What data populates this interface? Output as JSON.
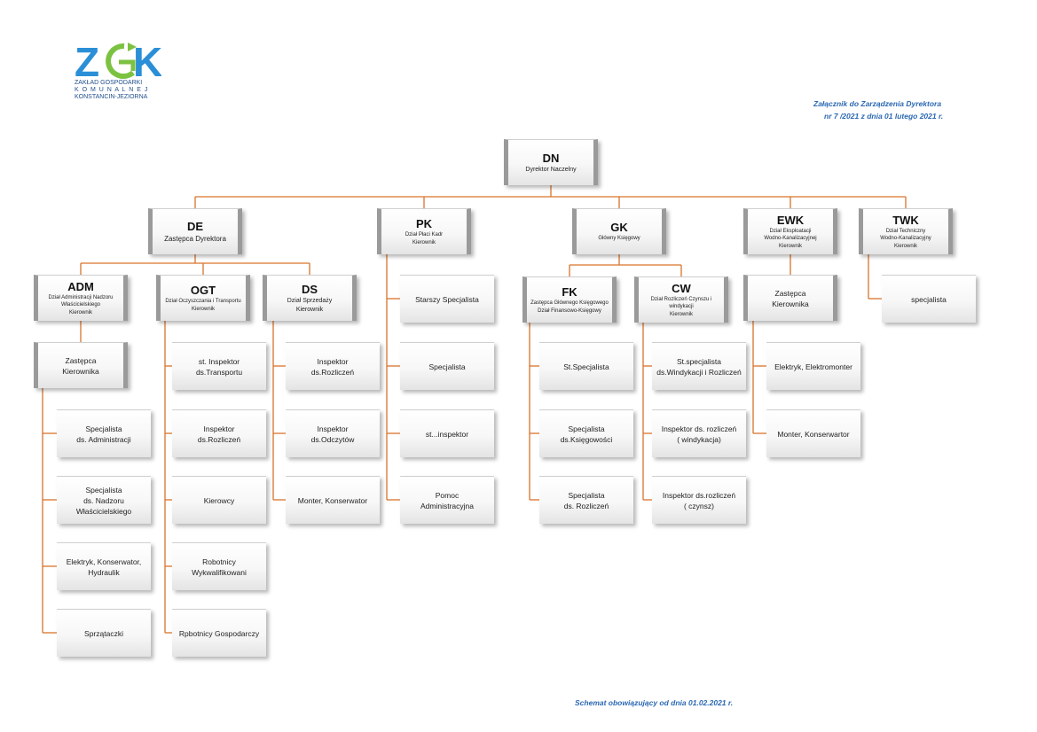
{
  "logo": {
    "mark": "ZGK",
    "line1": "ZAKŁAD GOSPODARKI",
    "line2": "K O M U N A L N E J",
    "line3": "KONSTANCIN-JEZIORNA",
    "colors": {
      "blue": "#2a8fd6",
      "green": "#7cc242",
      "navy": "#1f4e8c"
    }
  },
  "annex": {
    "line1": "Załącznik do Zarządzenia Dyrektora",
    "line2": "nr 7 /2021  z dnia 01 lutego 2021 r."
  },
  "footer": "Schemat obowiązujący od dnia 01.02.2021 r.",
  "colors": {
    "connector": "#d9742b",
    "accent_text": "#2b68b3"
  },
  "chart": {
    "dn": {
      "code": "DN",
      "title": "Dyrektor Naczelny"
    },
    "de": {
      "code": "DE",
      "title": "Zastępca Dyrektora"
    },
    "pk": {
      "code": "PK",
      "line1": "Dział Płaci Kadr",
      "line2": "Kierownik"
    },
    "gk": {
      "code": "GK",
      "title": "Główny Księgowy"
    },
    "ewk": {
      "code": "EWK",
      "line1": "Dział Eksploatacji",
      "line2": "Wodno-Kanalizacyjnej",
      "line3": "Kierownik"
    },
    "twk": {
      "code": "TWK",
      "line1": "Dział Techniczny",
      "line2": "Wodno-Kanalizacyjny",
      "line3": "Kierownik"
    },
    "adm": {
      "code": "ADM",
      "line1": "Dział Administracji Nadzoru",
      "line2": "Właścicielskiego",
      "line3": "Kierownik"
    },
    "ogt": {
      "code": "OGT",
      "line1": "Dział Oczyszczania i Transportu",
      "line2": "Kierownik"
    },
    "ds": {
      "code": "DS",
      "line1": "Dział Sprzedaży",
      "line2": "Kierownik"
    },
    "fk": {
      "code": "FK",
      "line1": "Zastępca Głównego Księgowego",
      "line2": "Dział Finansowo-Księgowy"
    },
    "cw": {
      "code": "CW",
      "line1": "Dział Rozliczeń Czynszu i windykacji",
      "line2": "Kierownik"
    },
    "adm_deputy": "Zastępca\nKierownika",
    "adm_staff": [
      "Specjalista\nds. Administracji",
      "Specjalista\nds. Nadzoru Właścicielskiego",
      "Elektryk, Konserwator,\nHydraulik",
      "Sprzątaczki"
    ],
    "ogt_staff": [
      "st. Inspektor\nds.Transportu",
      "Inspektor\nds.Rozliczeń",
      "Kierowcy",
      "Robotnicy\nWykwalifikowani",
      "Rpbotnicy Gospodarczy"
    ],
    "ds_staff": [
      "Inspektor\nds.Rozliczeń",
      "Inspektor\nds.Odczytów",
      "Monter, Konserwator"
    ],
    "pk_staff": [
      "Starszy Specjalista",
      "Specjalista",
      "st...inspektor",
      "Pomoc\nAdministracyjna"
    ],
    "fk_staff": [
      "St.Specjalista",
      "Specjalista\nds.Księgowości",
      "Specjalista\nds. Rozliczeń"
    ],
    "cw_staff": [
      "St.specjalista\nds.Windykacji i Rozliczeń",
      "Inspektor ds. rozliczeń\n( windykacja)",
      "Inspektor ds.rozliczeń\n( czynsz)"
    ],
    "ewk_deputy": "Zastępca\nKierownika",
    "ewk_staff": [
      "Elektryk, Elektromonter",
      "Monter, Konserwartor"
    ],
    "twk_staff": [
      "specjalista"
    ]
  }
}
